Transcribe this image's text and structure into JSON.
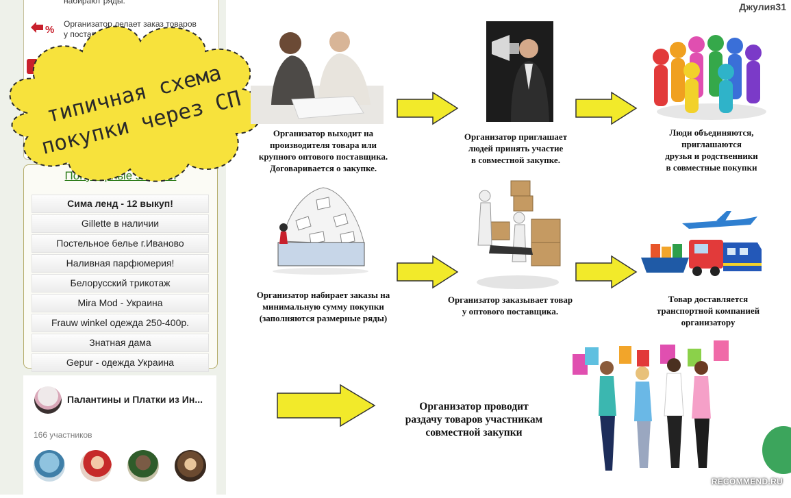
{
  "header": {
    "username": "Джулия31"
  },
  "sidebar_top": {
    "line1": "набирают ряды.",
    "line2": "Организатор делает заказ товаров",
    "line3": "у поставщика."
  },
  "cloud_label": {
    "line1": "типичная схема",
    "line2": "покупки через СП"
  },
  "popular": {
    "title": "Популярные закупки",
    "items": [
      "Сима ленд - 12 выкуп!",
      "Gillette в наличии",
      "Постельное белье г.Иваново",
      "Наливная парфюмерия!",
      "Белорусский трикотаж",
      "Mira Mod - Украина",
      "Frauw winkel одежда 250-400р.",
      "Знатная дама",
      "Gepur - одежда Украина"
    ]
  },
  "group": {
    "name": "Палантины и Платки из Ин...",
    "members_count": "166 участников"
  },
  "diagram": {
    "steps": [
      "Организатор выходит на производителя товара или крупного оптового поставщика. Договаривается о закупке.",
      "Организатор приглашает людей принять участие в совместной закупке.",
      "Люди объединяются, приглашаются друзья и родственники в совместные покупки",
      "Организатор набирает заказы на минимальную сумму покупки (заполняются размерные ряды)",
      "Организатор заказывает товар у оптового поставщика.",
      "Товар доставляется транспортной компанией организатору",
      "Организатор проводит раздачу товаров участникам совместной закупки"
    ],
    "step_lines": [
      [
        "Организатор выходит на",
        "производителя товара или",
        "крупного оптового поставщика.",
        "Договаривается о закупке."
      ],
      [
        "Организатор приглашает",
        "людей принять участие",
        "в совместной закупке."
      ],
      [
        "Люди объединяются,",
        "приглашаются",
        "друзья и родственники",
        "в совместные покупки"
      ],
      [
        "Организатор набирает заказы на",
        "минимальную сумму покупки",
        "(заполняются размерные ряды)"
      ],
      [
        "Организатор заказывает товар",
        "у оптового поставщика."
      ],
      [
        "Товар доставляется",
        "транспортной компанией",
        "организатору"
      ],
      [
        "Организатор проводит",
        "раздачу товаров участникам",
        "совместной закупки"
      ]
    ]
  },
  "watermark": "RECOMMEND.RU",
  "colors": {
    "cloud_yellow": "#f7e23c",
    "arrow_yellow": "#f2ea2a",
    "link_green": "#2f7d1c",
    "frame_olive": "#b5ad6c"
  }
}
